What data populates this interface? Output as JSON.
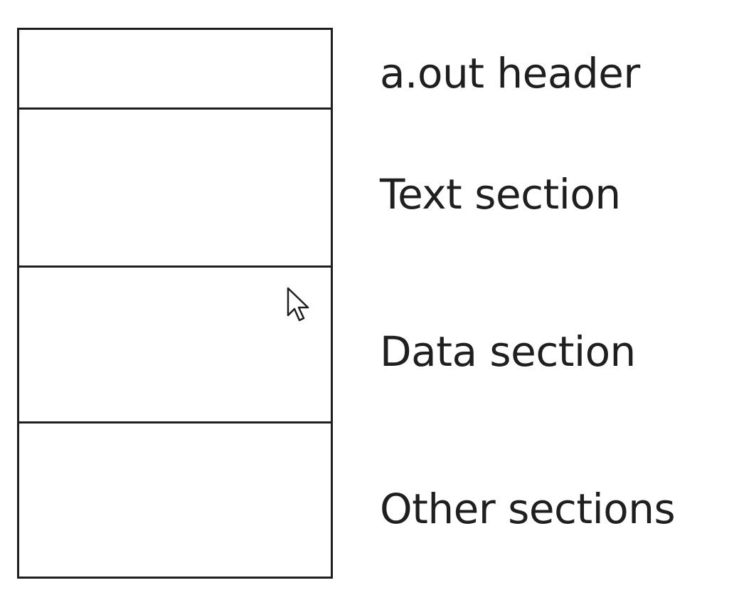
{
  "sections": [
    {
      "label": "a.out header"
    },
    {
      "label": "Text section"
    },
    {
      "label": "Data section"
    },
    {
      "label": "Other sections"
    }
  ]
}
